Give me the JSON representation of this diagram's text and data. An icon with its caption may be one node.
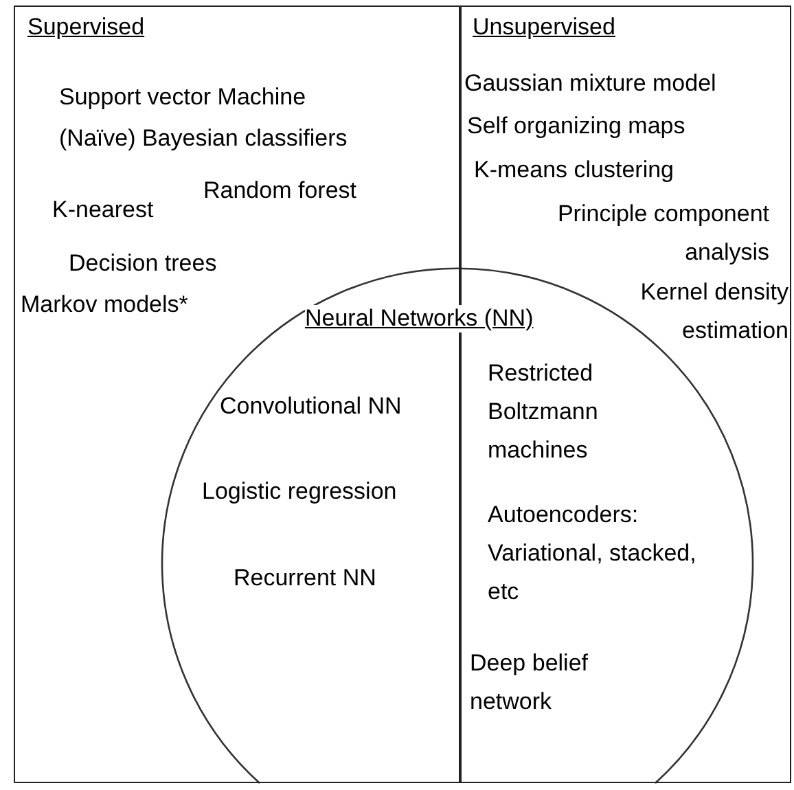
{
  "diagram": {
    "nodes": [
      {
        "text": [
          "Supervised"
        ]
      },
      {
        "text": [
          "Unsupervised"
        ]
      },
      {
        "text": [
          "Neural Networks (NN)"
        ]
      }
    ],
    "edges": [],
    "labels": [
      "Support vector Machine",
      "(Naïve) Bayesian classifiers",
      "Random forest",
      "K-nearest",
      "Decision trees",
      "Markov models*",
      "Gaussian mixture model",
      "Self organizing maps",
      "K-means clustering",
      "Principle component analysis",
      "Kernel density estimation",
      "Convolutional NN",
      "Logistic regression",
      "Recurrent NN",
      "Restricted Boltzmann machines",
      "Autoencoders: Variational, stacked, etc",
      "Deep belief network"
    ]
  }
}
